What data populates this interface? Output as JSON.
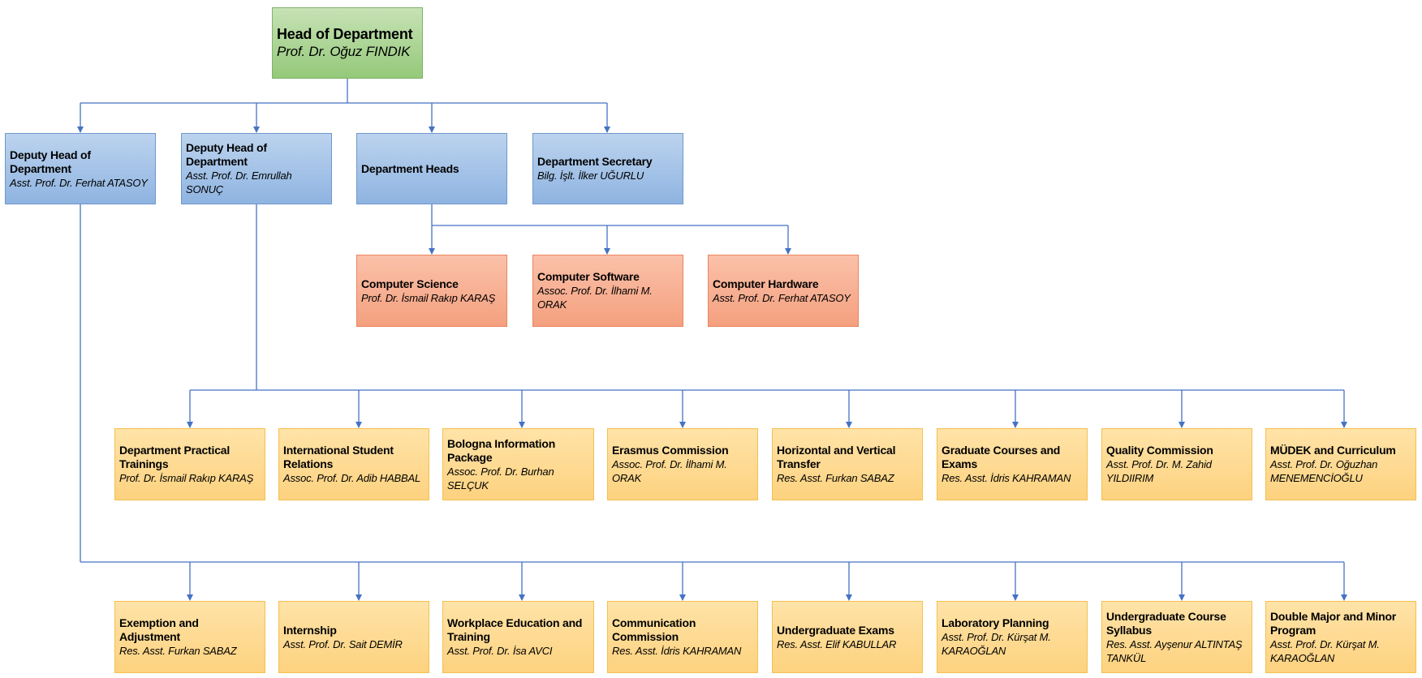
{
  "colors": {
    "connector": "#4472c4"
  },
  "head": {
    "title": "Head of Department",
    "name": "Prof. Dr. Oğuz FINDIK"
  },
  "level2": [
    {
      "title": "Deputy Head of Department",
      "name": "Asst. Prof. Dr. Ferhat ATASOY"
    },
    {
      "title": "Deputy Head of Department",
      "name": "Asst. Prof. Dr. Emrullah SONUÇ"
    },
    {
      "title": "Department Heads",
      "name": ""
    },
    {
      "title": "Department Secretary",
      "name": "Bilg. İşlt. İlker UĞURLU"
    }
  ],
  "departments": [
    {
      "title": "Computer Science",
      "name": "Prof. Dr. İsmail Rakıp KARAŞ"
    },
    {
      "title": "Computer Software",
      "name": "Assoc. Prof. Dr. İlhami M. ORAK"
    },
    {
      "title": "Computer Hardware",
      "name": "Asst. Prof. Dr. Ferhat ATASOY"
    }
  ],
  "commissions_a": [
    {
      "title": "Department Practical Trainings",
      "name": "Prof. Dr. İsmail Rakıp KARAŞ"
    },
    {
      "title": "International Student Relations",
      "name": "Assoc. Prof. Dr. Adib HABBAL"
    },
    {
      "title": "Bologna Information Package",
      "name": "Assoc. Prof. Dr. Burhan SELÇUK"
    },
    {
      "title": "Erasmus Commission",
      "name": "Assoc. Prof. Dr. İlhami M. ORAK"
    },
    {
      "title": "Horizontal and Vertical Transfer",
      "name": "Res. Asst. Furkan SABAZ"
    },
    {
      "title": "Graduate Courses and Exams",
      "name": "Res. Asst. İdris KAHRAMAN"
    },
    {
      "title": "Quality Commission",
      "name": "Asst. Prof. Dr. M. Zahid YILDIIRIM"
    },
    {
      "title": "MÜDEK and Curriculum",
      "name": "Asst. Prof. Dr. Oğuzhan MENEMENCİOĞLU"
    }
  ],
  "commissions_b": [
    {
      "title": "Exemption and Adjustment",
      "name": "Res. Asst. Furkan SABAZ"
    },
    {
      "title": "Internship",
      "name": "Asst. Prof. Dr. Sait DEMİR"
    },
    {
      "title": "Workplace Education and Training",
      "name": "Asst. Prof. Dr. İsa AVCI"
    },
    {
      "title": "Communication Commission",
      "name": "Res. Asst. İdris KAHRAMAN"
    },
    {
      "title": "Undergraduate Exams",
      "name": "Res. Asst. Elif KABULLAR"
    },
    {
      "title": "Laboratory Planning",
      "name": "Asst. Prof. Dr. Kürşat M. KARAOĞLAN"
    },
    {
      "title": "Undergraduate Course Syllabus",
      "name": "Res. Asst. Ayşenur ALTINTAŞ TANKÜL"
    },
    {
      "title": "Double Major and Minor Program",
      "name": "Asst. Prof. Dr. Kürşat M. KARAOĞLAN"
    }
  ]
}
